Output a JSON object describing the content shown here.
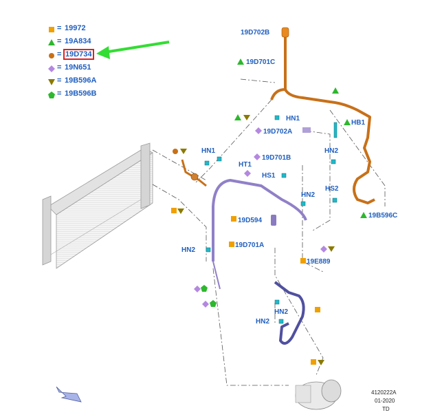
{
  "legend": [
    {
      "symbol": "square-yellow",
      "eq": "=",
      "code": "19972"
    },
    {
      "symbol": "triangle-green",
      "eq": "=",
      "code": "19A834"
    },
    {
      "symbol": "circle-orange",
      "eq": "=",
      "code": "19D734",
      "highlighted": true
    },
    {
      "symbol": "diamond-purple",
      "eq": "=",
      "code": "19N651"
    },
    {
      "symbol": "triangle-down-olive",
      "eq": "=",
      "code": "19B596A"
    },
    {
      "symbol": "pentagon-green",
      "eq": "=",
      "code": "19B596B"
    }
  ],
  "labels": {
    "l19D702B": "19D702B",
    "l19D701C": "19D701C",
    "hn1a": "HN1",
    "hb1": "HB1",
    "l19D702A": "19D702A",
    "hn1b": "HN1",
    "ht1": "HT1",
    "hn2a": "HN2",
    "l19D701B": "19D701B",
    "hs1": "HS1",
    "hn2b": "HN2",
    "hs2": "HS2",
    "l19B596C": "19B596C",
    "l19D594": "19D594",
    "l19D701A": "19D701A",
    "hn2c": "HN2",
    "l19E889": "19E889",
    "hn2d": "HN2",
    "hn2e": "HN2"
  },
  "footer": {
    "code": "4120222A",
    "date": "01-2020",
    "initials": "TD"
  },
  "colors": {
    "label": "#1f5fbf",
    "arrow": "#33dd33",
    "highlight": "#e02020",
    "orange_line": "#c87018",
    "purple_line": "#9080c8",
    "dark_line": "#5050a0"
  }
}
